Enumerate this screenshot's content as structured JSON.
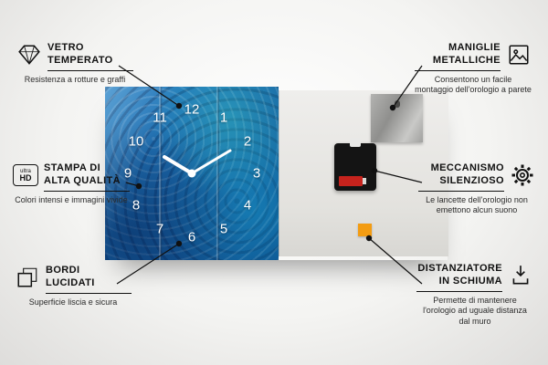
{
  "product": {
    "clock": {
      "numbers": [
        "1",
        "2",
        "3",
        "4",
        "5",
        "6",
        "7",
        "8",
        "9",
        "10",
        "11",
        "12"
      ],
      "time_shown": "10:10",
      "face_accent_colors": {
        "blue": "#1a66a8",
        "teal": "#3cd7cd",
        "navy": "#0d4e8c"
      }
    },
    "back": {
      "mechanism_color": "#141414",
      "battery_color": "#c6231d",
      "plate_color": "#a0a09e",
      "spacer_color": "#f39c12"
    }
  },
  "callouts": [
    {
      "icon": "diamond-icon",
      "line1": "VETRO",
      "line2": "TEMPERATO",
      "subtitle": "Resistenza a rotture e graffi"
    },
    {
      "icon": "ultra-hd-icon",
      "icon_text_top": "ultra",
      "icon_text_bottom": "HD",
      "line1": "STAMPA DI",
      "line2": "ALTA QUALITÀ",
      "subtitle": "Colori intensi e immagini vivide"
    },
    {
      "icon": "polished-edge-icon",
      "line1": "BORDI",
      "line2": "LUCIDATI",
      "subtitle": "Superficie liscia e sicura"
    },
    {
      "icon": "picture-frame-icon",
      "line1": "MANIGLIE",
      "line2": "METALLICHE",
      "subtitle": "Consentono un facile montaggio dell'orologio a parete"
    },
    {
      "icon": "gear-icon",
      "line1": "MECCANISMO",
      "line2": "SILENZIOSO",
      "subtitle": "Le lancette dell'orologio non emettono alcun suono"
    },
    {
      "icon": "spacer-arrow-icon",
      "line1": "DISTANZIATORE",
      "line2": "IN SCHIUMA",
      "subtitle": "Permette di mantenere l'orologio ad uguale distanza dal muro"
    }
  ]
}
